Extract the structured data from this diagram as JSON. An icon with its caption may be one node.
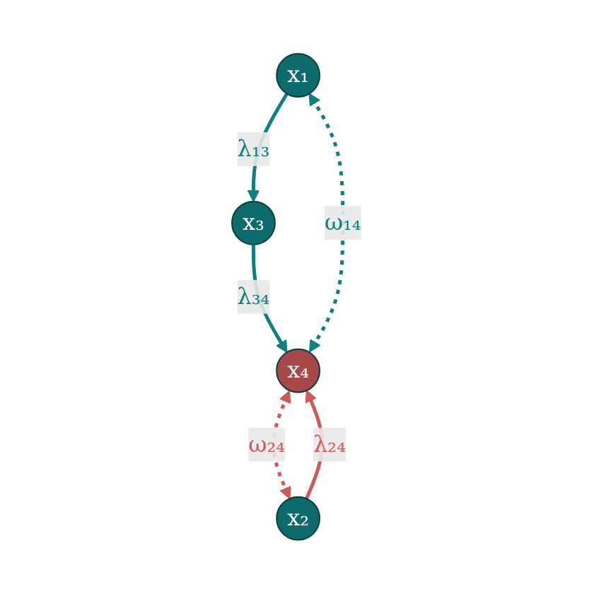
{
  "diagram": {
    "nodes": [
      {
        "text": [
          "x₁"
        ]
      },
      {
        "text": [
          "x₂"
        ]
      },
      {
        "text": [
          "x₃"
        ]
      },
      {
        "text": [
          "x₄"
        ]
      }
    ],
    "edges": [
      {
        "from": 0,
        "to": 2,
        "arrow": "to",
        "label": "λ₁₃"
      },
      {
        "from": 1,
        "to": 3,
        "arrow": "to",
        "label": "λ₂₄",
        "color": "#d05a5a"
      },
      {
        "from": 2,
        "to": 3,
        "arrow": "to",
        "label": "λ₃₄"
      },
      {
        "from": 3,
        "to": 0,
        "arrow": "both",
        "label": "ω₁₄",
        "style": "dashed"
      },
      {
        "from": 3,
        "to": 1,
        "arrow": "both",
        "label": "ω₂₄",
        "style": "dashed",
        "color": "#d05a5a"
      }
    ]
  }
}
